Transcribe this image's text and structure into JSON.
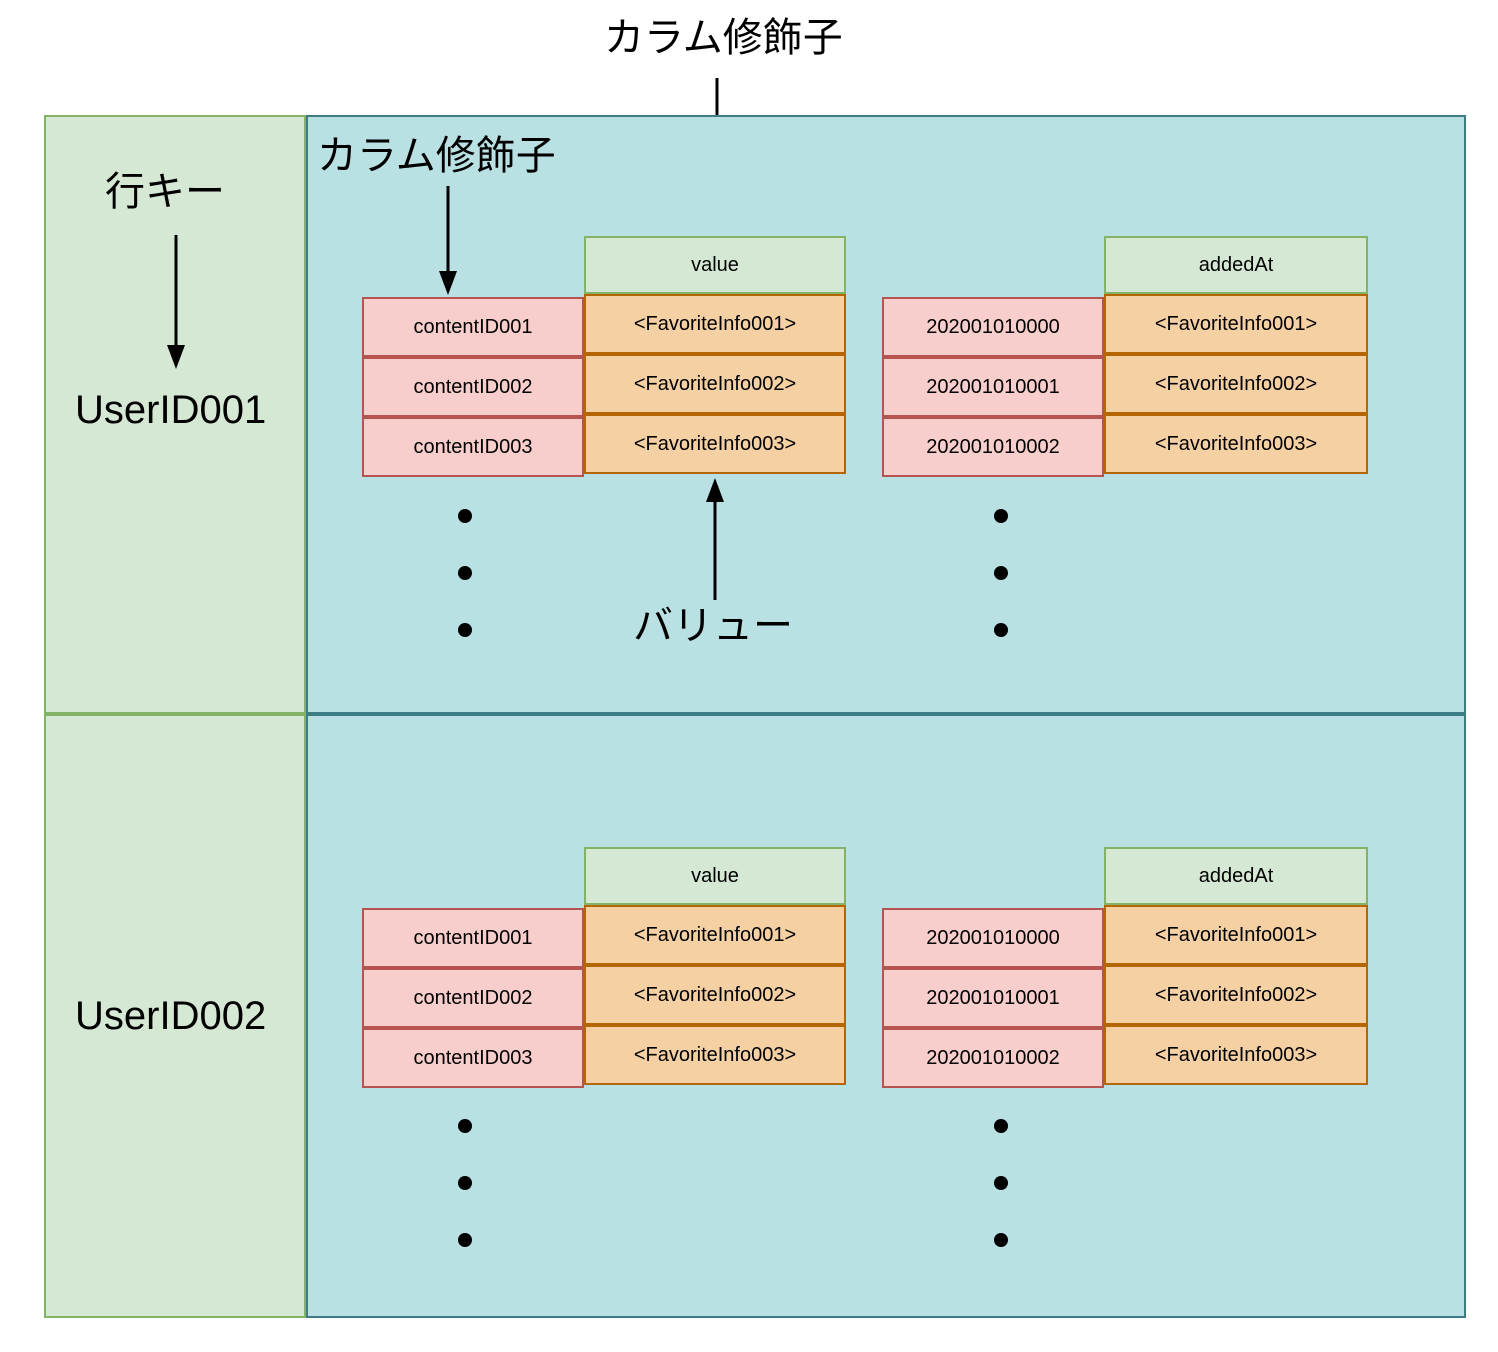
{
  "diagram": {
    "title_top": "カラム修飾子",
    "labels": {
      "column_qualifier": "カラム修飾子",
      "row_key": "行キー",
      "value_label": "バリュー"
    },
    "column_family_headers": {
      "value": "value",
      "addedAt": "addedAt"
    },
    "colors": {
      "row_key_fill": "#d5e8d4",
      "row_key_stroke": "#82b366",
      "column_family_fill": "#b9e0e3",
      "column_family_stroke": "#3d7b86",
      "qualifier_fill": "#f8cecc",
      "qualifier_stroke": "#b85450",
      "value_fill": "#f5d0a3",
      "value_stroke": "#b46504",
      "header_fill": "#d5e8d4",
      "header_stroke": "#82b366"
    },
    "rows": [
      {
        "row_key": "UserID001",
        "tables": [
          {
            "header": "value",
            "entries": [
              {
                "qualifier": "contentID001",
                "value": "<FavoriteInfo001>"
              },
              {
                "qualifier": "contentID002",
                "value": "<FavoriteInfo002>"
              },
              {
                "qualifier": "contentID003",
                "value": "<FavoriteInfo003>"
              }
            ],
            "continuation": "⋮"
          },
          {
            "header": "addedAt",
            "entries": [
              {
                "qualifier": "202001010000",
                "value": "<FavoriteInfo001>"
              },
              {
                "qualifier": "202001010001",
                "value": "<FavoriteInfo002>"
              },
              {
                "qualifier": "202001010002",
                "value": "<FavoriteInfo003>"
              }
            ],
            "continuation": "⋮"
          }
        ]
      },
      {
        "row_key": "UserID002",
        "tables": [
          {
            "header": "value",
            "entries": [
              {
                "qualifier": "contentID001",
                "value": "<FavoriteInfo001>"
              },
              {
                "qualifier": "contentID002",
                "value": "<FavoriteInfo002>"
              },
              {
                "qualifier": "contentID003",
                "value": "<FavoriteInfo003>"
              }
            ],
            "continuation": "⋮"
          },
          {
            "header": "addedAt",
            "entries": [
              {
                "qualifier": "202001010000",
                "value": "<FavoriteInfo001>"
              },
              {
                "qualifier": "202001010001",
                "value": "<FavoriteInfo002>"
              },
              {
                "qualifier": "202001010002",
                "value": "<FavoriteInfo003>"
              }
            ],
            "continuation": "⋮"
          }
        ]
      }
    ]
  }
}
